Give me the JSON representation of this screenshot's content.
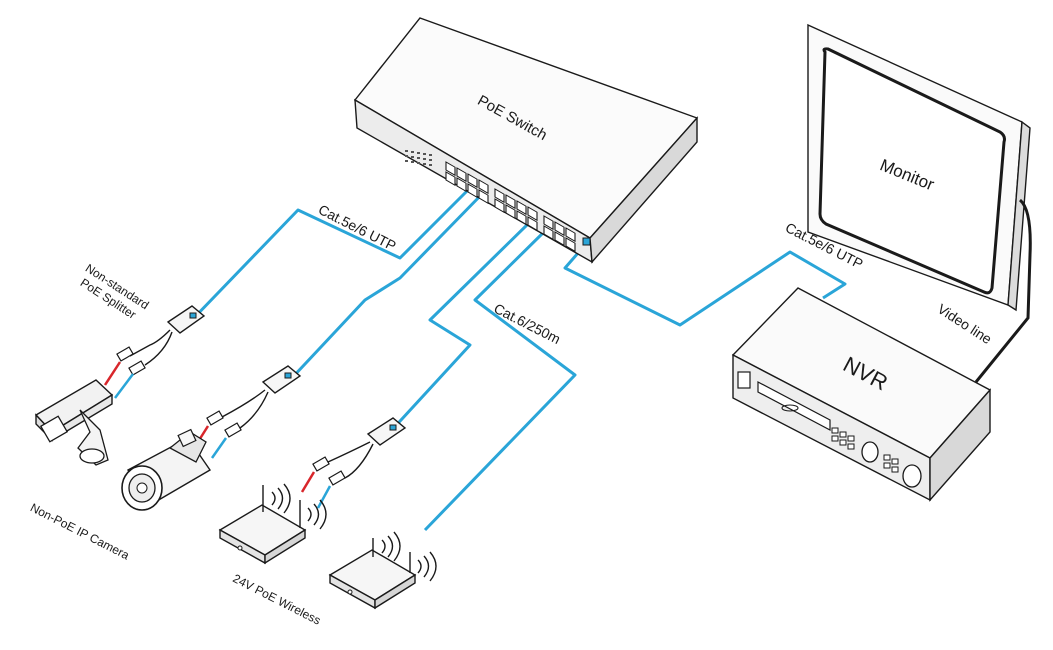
{
  "labels": {
    "switch": "PoE  Switch",
    "monitor": "Monitor",
    "nvr": "NVR",
    "video_line": "Video line",
    "cable_switch_left": "Cat.5e/6 UTP",
    "cable_switch_nvr": "Cat.5e/6 UTP",
    "cable_long": "Cat.6/250m",
    "splitter_line1": "Non-standard",
    "splitter_line2": "PoE Splitter",
    "camera": "Non-PoE IP Camera",
    "wireless": "24V PoE Wireless"
  },
  "colors": {
    "cable": "#2aa5d8",
    "power_red": "#d8262b",
    "outline": "#1a1a1a",
    "device_face": "#f4f4f4"
  },
  "icons": {
    "switch": "poe-switch-icon",
    "monitor": "monitor-icon",
    "nvr": "nvr-icon",
    "splitter": "poe-splitter-icon",
    "camera_box": "box-camera-icon",
    "camera_bullet": "bullet-camera-icon",
    "wireless": "wireless-ap-icon"
  }
}
